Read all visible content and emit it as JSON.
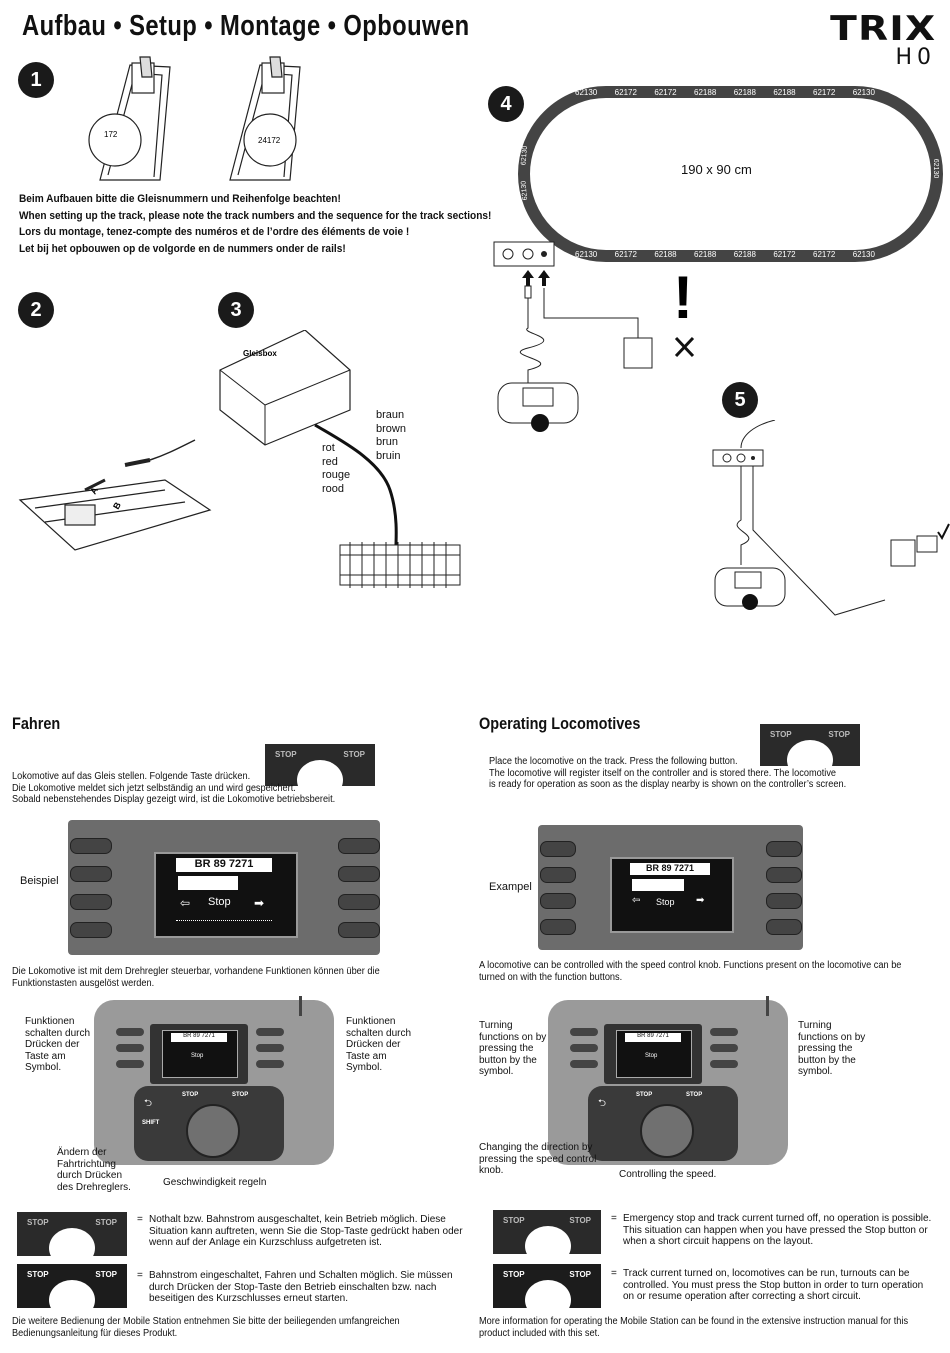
{
  "header": {
    "title": "Aufbau • Setup • Montage • Opbouwen",
    "brand": "TRIX",
    "scale": "H0"
  },
  "steps": [
    "1",
    "2",
    "3",
    "4",
    "5"
  ],
  "step1": {
    "track_label_a": "172",
    "track_label_b": "24172"
  },
  "setup_notes": [
    "Beim Aufbauen bitte die Gleisnummern und Reihenfolge beachten!",
    "When setting up the track, please note the track numbers and the sequence for the track sections!",
    "Lors du montage, tenez-compte des numéros et de l’ordre des éléments de voie !",
    "Let bij het opbouwen op de volgorde en de nummers onder de rails!"
  ],
  "step2": {
    "connector_a": "A",
    "connector_b": "B"
  },
  "step3": {
    "box_label": "Gleisbox",
    "wire_red": [
      "rot",
      "red",
      "rouge",
      "rood"
    ],
    "wire_brown": [
      "braun",
      "brown",
      "brun",
      "bruin"
    ]
  },
  "step4": {
    "layout_size": "190 x 90 cm",
    "top_segments": [
      "62130",
      "62172",
      "62172",
      "62188",
      "62188",
      "62188",
      "62172",
      "62130"
    ],
    "bottom_segments": [
      "62130",
      "62172",
      "62188",
      "62188",
      "62188",
      "62172",
      "62172",
      "62130"
    ],
    "left_segments": [
      "62130",
      "62130",
      "62130",
      "62130"
    ],
    "right_segments": [
      "62130",
      "62130",
      "62130"
    ]
  },
  "fahren": {
    "heading": "Fahren",
    "intro": [
      "Lokomotive auf das Gleis stellen. Folgende Taste drücken.",
      "Die Lokomotive meldet sich jetzt selbständig an und wird gespeichert.",
      "Sobald nebenstehendes Display gezeigt wird, ist die Lokomotive betriebsbereit."
    ],
    "example_label": "Beispiel",
    "control_text": "Die Lokomotive ist mit dem Drehregler steuerbar, vorhandene Funktionen können über die Funktionstasten ausgelöst werden.",
    "functions_left": "Funktionen schalten durch Drücken der Taste am Symbol.",
    "functions_right": "Funktionen schalten durch Drücken der Taste am Symbol.",
    "direction_label": "Ändern der Fahrtrichtung durch Drücken des Drehreglers.",
    "speed_label": "Geschwindigkeit regeln",
    "legend_stop_off": "Nothalt bzw. Bahnstrom ausgeschaltet, kein Betrieb möglich. Diese Situation kann auftreten, wenn Sie die Stop-Taste gedrückt haben oder wenn auf der Anlage ein Kurzschluss aufgetreten ist.",
    "legend_stop_on": "Bahnstrom eingeschaltet, Fahren und Schalten möglich. Sie müssen durch Drücken der Stop-Taste den Betrieb einschalten bzw. nach beseitigen des Kurzschlusses erneut starten.",
    "footer": "Die weitere Bedienung der Mobile Station entnehmen Sie bitte der beiliegenden umfangreichen Bedienungsanleitung für dieses Produkt."
  },
  "operating": {
    "heading": "Operating Locomotives",
    "intro": [
      "Place the locomotive on the track. Press the following button.",
      "The locomotive will register itself on the controller and is stored there. The locomotive",
      "is ready for operation as soon as the display nearby is shown on the controller’s screen."
    ],
    "example_label": "Exampel",
    "control_text": "A locomotive can be controlled with the speed control knob. Functions present on the locomotive can be turned on with the function buttons.",
    "functions_left": "Turning functions on by pressing the button by the symbol.",
    "functions_right": "Turning functions on by pressing the button by the symbol.",
    "direction_label": "Changing the direction by pressing the speed control knob.",
    "speed_label": "Controlling the speed.",
    "legend_stop_off": "Emergency stop and track current turned off, no operation is possible. This situation can happen when you have pressed the Stop button or when a short circuit happens on the layout.",
    "legend_stop_on": "Track current turned on, locomotives can be run, turnouts can be controlled. You must press the Stop button in order to turn operation on or resume operation after correcting a short circuit.",
    "footer": "More information for operating the Mobile Station can be found in the extensive instruction manual for this product included with this set."
  },
  "controller": {
    "stop_label": "STOP",
    "shift_label": "SHIFT",
    "loco_name": "BR 89 7271",
    "drive_label": "Stop"
  },
  "legend_equals": "="
}
